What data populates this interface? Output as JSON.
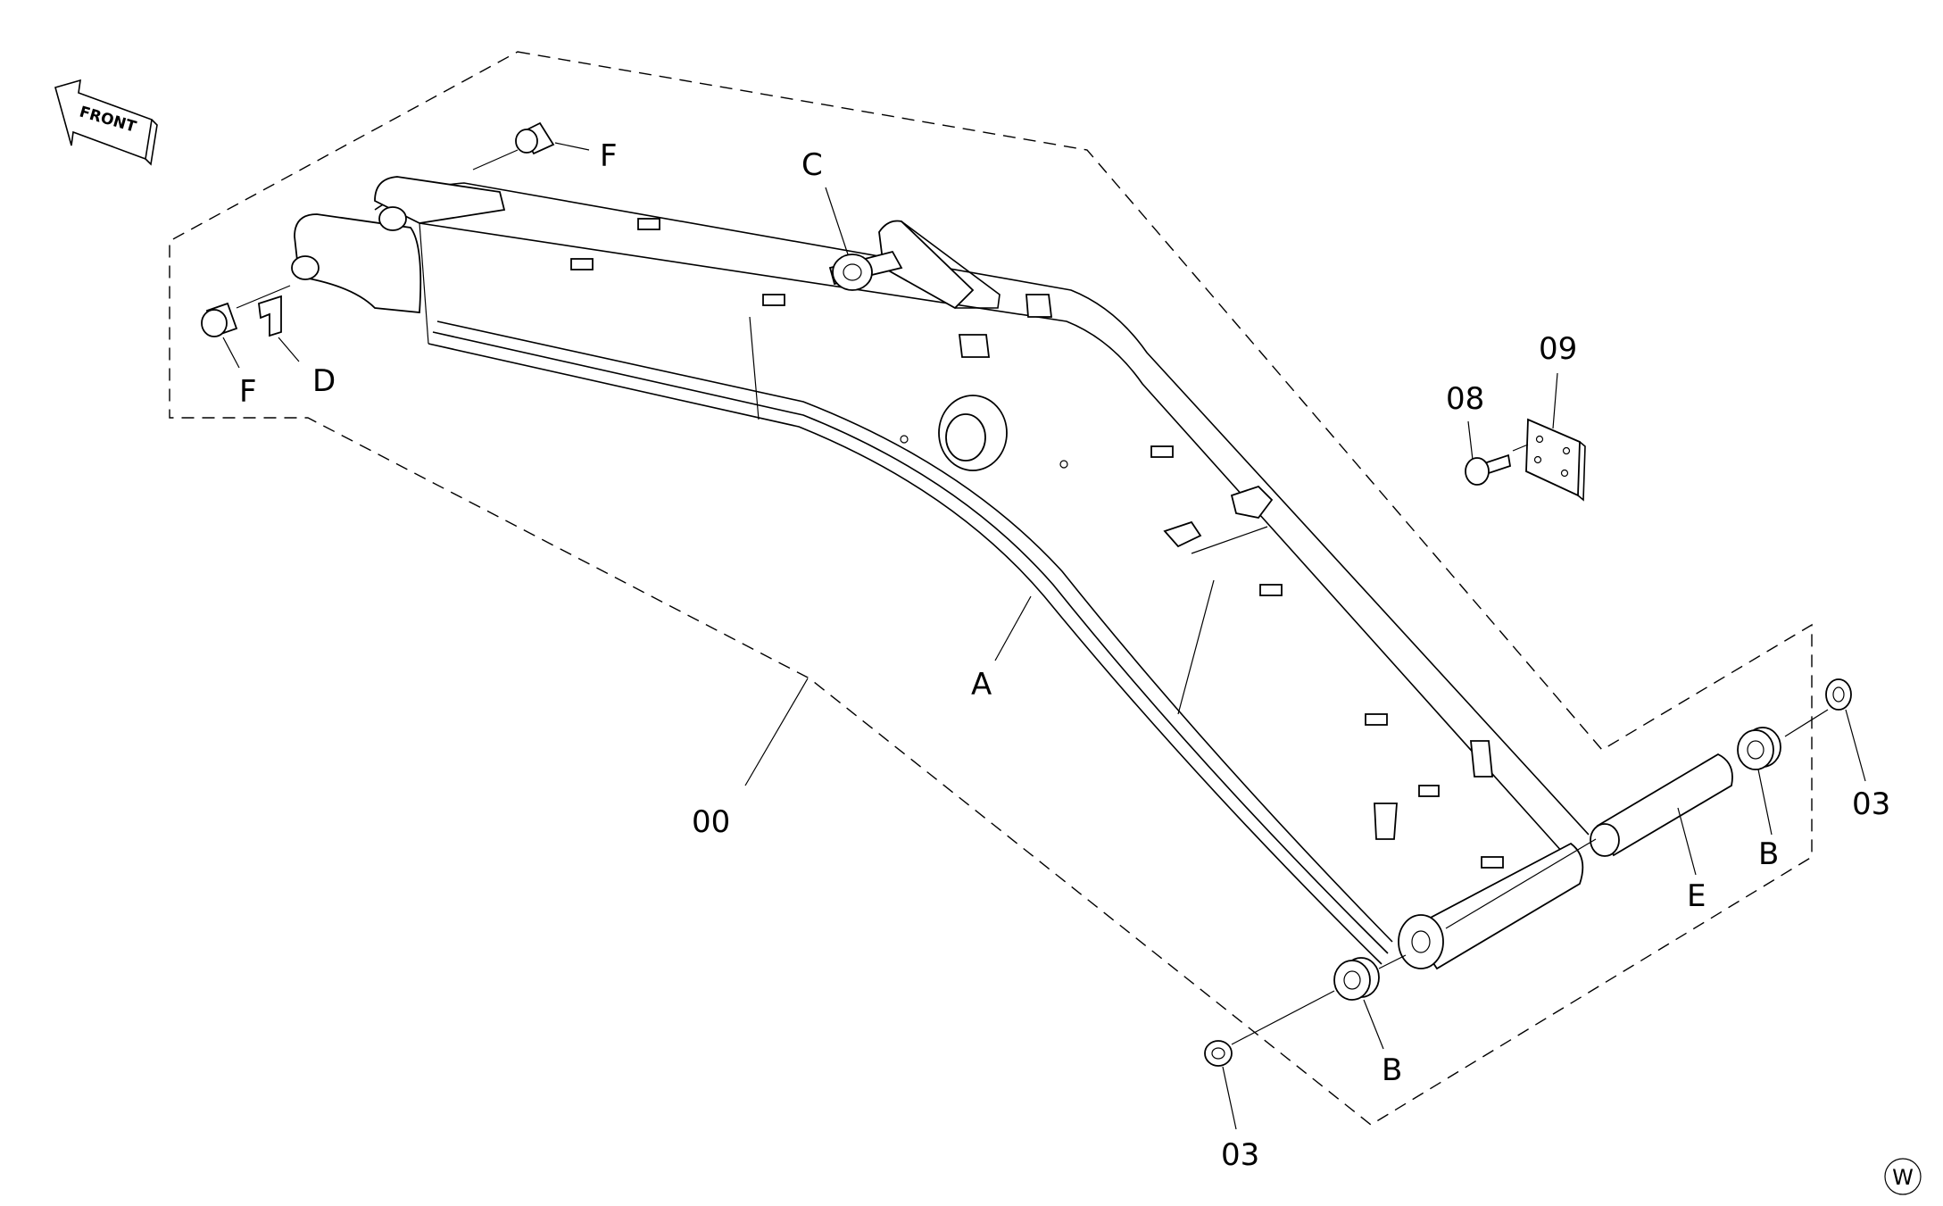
{
  "front_arrow_text": "FRONT",
  "labels": {
    "A": "A",
    "B_left": "B",
    "B_right": "B",
    "C": "C",
    "D": "D",
    "E": "E",
    "F_top": "F",
    "F_left": "F",
    "item_00": "00",
    "item_03_left": "03",
    "item_03_right": "03",
    "item_08": "08",
    "item_09": "09"
  },
  "corner_mark": "W"
}
